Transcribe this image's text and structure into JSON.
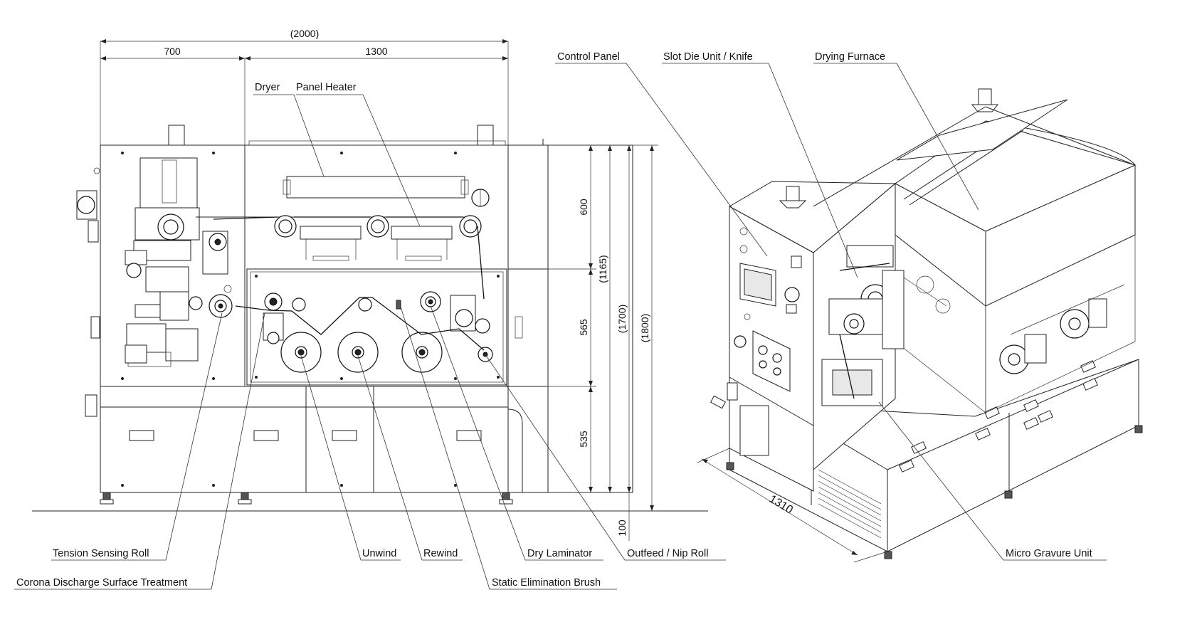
{
  "dimensions": {
    "overall_width": "(2000)",
    "section_left": "700",
    "section_right": "1300",
    "h_upper": "600",
    "h_middle": "565",
    "h_lower": "535",
    "h_middle_total": "(1165)",
    "h_total": "(1700)",
    "h_overall": "(1800)",
    "h_foot": "100",
    "depth": "1310"
  },
  "labels": {
    "dryer": "Dryer",
    "panel_heater": "Panel Heater",
    "tension_sensing_roll": "Tension Sensing Roll",
    "corona": "Corona Discharge Surface Treatment",
    "unwind": "Unwind",
    "rewind": "Rewind",
    "static_brush": "Static Elimination Brush",
    "dry_laminator": "Dry Laminator",
    "outfeed_nip": "Outfeed / Nip Roll",
    "control_panel": "Control Panel",
    "slot_die": "Slot Die Unit / Knife",
    "drying_furnace": "Drying Furnace",
    "micro_gravure": "Micro Gravure Unit"
  }
}
